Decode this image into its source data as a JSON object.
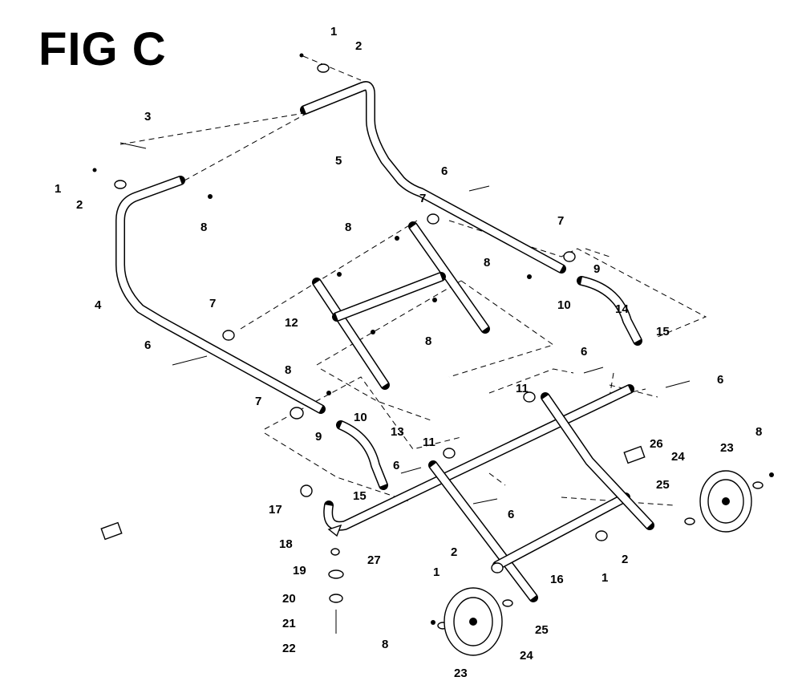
{
  "figure": {
    "title": "FIG C"
  },
  "callouts": [
    "1",
    "2",
    "3",
    "5",
    "1",
    "2",
    "4",
    "8",
    "6",
    "7",
    "8",
    "7",
    "9",
    "8",
    "10",
    "12",
    "14",
    "7",
    "8",
    "15",
    "6",
    "8",
    "6",
    "11",
    "6",
    "7",
    "10",
    "9",
    "13",
    "26",
    "11",
    "23",
    "8",
    "6",
    "24",
    "6",
    "25",
    "17",
    "15",
    "18",
    "27",
    "2",
    "1",
    "2",
    "19",
    "1",
    "16",
    "20",
    "21",
    "25",
    "22",
    "8",
    "24",
    "23"
  ],
  "colors": {
    "line": "#000000",
    "background": "#ffffff"
  }
}
